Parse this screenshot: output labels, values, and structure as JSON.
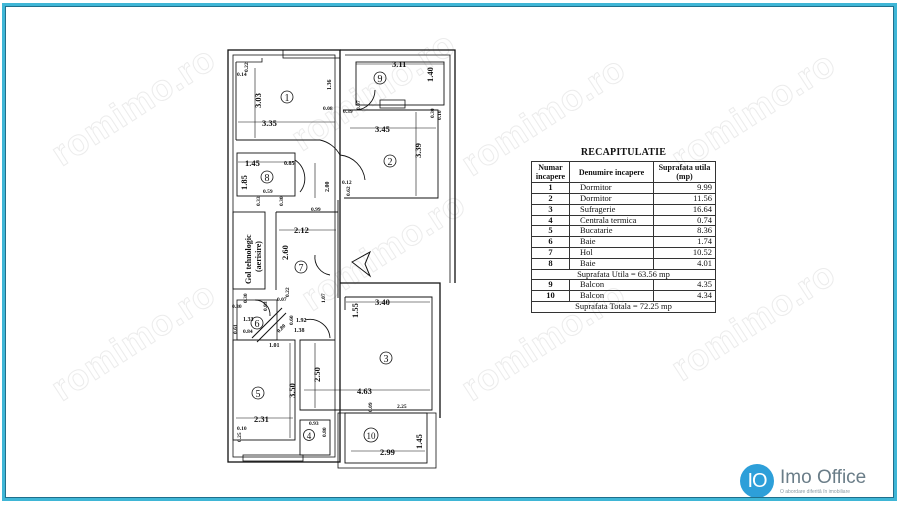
{
  "watermark": {
    "text": "romimo.ro"
  },
  "floor_plan": {
    "rooms": [
      {
        "id": "1",
        "label": "1",
        "dims": [
          "3.35",
          "3.03",
          "1.36",
          "0.22",
          "0.14",
          "0.08"
        ]
      },
      {
        "id": "2",
        "label": "2",
        "dims": [
          "3.45",
          "3.39",
          "0.30",
          "0.10",
          "0.39",
          "0.07",
          "0.12",
          "0.62"
        ]
      },
      {
        "id": "3",
        "label": "3",
        "dims": [
          "3.40",
          "4.63",
          "2.50",
          "1.55",
          "0.09",
          "2.25"
        ]
      },
      {
        "id": "4",
        "label": "4",
        "dims": [
          "0.93",
          "0.80"
        ]
      },
      {
        "id": "5",
        "label": "5",
        "dims": [
          "2.31",
          "3.50",
          "0.10",
          "0.25"
        ]
      },
      {
        "id": "6",
        "label": "6",
        "dims": [
          "1.33",
          "0.61",
          "0.84",
          "0.30",
          "0.30",
          "0.83",
          "1.01",
          "0.80"
        ]
      },
      {
        "id": "7",
        "label": "7",
        "dims": [
          "2.12",
          "2.60",
          "0.99",
          "1.07",
          "1.92",
          "1.38",
          "0.60",
          "0.22",
          "0.07"
        ]
      },
      {
        "id": "8",
        "label": "8",
        "dims": [
          "1.45",
          "0.85",
          "1.85",
          "0.59",
          "0.33",
          "0.30",
          "2.00"
        ]
      },
      {
        "id": "9",
        "label": "9",
        "dims": [
          "3.11",
          "1.40"
        ]
      },
      {
        "id": "10",
        "label": "10",
        "dims": [
          "2.99",
          "1.45"
        ]
      }
    ],
    "gol_tehnologic": {
      "line1": "Gol tehnologic",
      "line2": "(aerisire)"
    }
  },
  "recap": {
    "title": "RECAPITULATIE",
    "headers": {
      "col1": "Numar incapere",
      "col2": "Denumire incapere",
      "col3": "Suprafata utila (mp)"
    },
    "rows": [
      {
        "num": "1",
        "name": "Dormitor",
        "area": "9.99"
      },
      {
        "num": "2",
        "name": "Dormitor",
        "area": "11.56"
      },
      {
        "num": "3",
        "name": "Sufragerie",
        "area": "16.64"
      },
      {
        "num": "4",
        "name": "Centrala termica",
        "area": "0.74"
      },
      {
        "num": "5",
        "name": "Bucatarie",
        "area": "8.36"
      },
      {
        "num": "6",
        "name": "Baie",
        "area": "1.74"
      },
      {
        "num": "7",
        "name": "Hol",
        "area": "10.52"
      },
      {
        "num": "8",
        "name": "Baie",
        "area": "4.01"
      }
    ],
    "util_summary": "Suprafata Utila = 63.56 mp",
    "balcony_rows": [
      {
        "num": "9",
        "name": "Balcon",
        "area": "4.35"
      },
      {
        "num": "10",
        "name": "Balcon",
        "area": "4.34"
      }
    ],
    "total_summary": "Suprafata Totala = 72.25 mp"
  },
  "logo": {
    "mark": "IO",
    "name": "Imo Office",
    "tagline": "O abordare diferită în imobiliare"
  },
  "colors": {
    "frame": "#3fb6d6",
    "logo": "#2d9fd9"
  }
}
